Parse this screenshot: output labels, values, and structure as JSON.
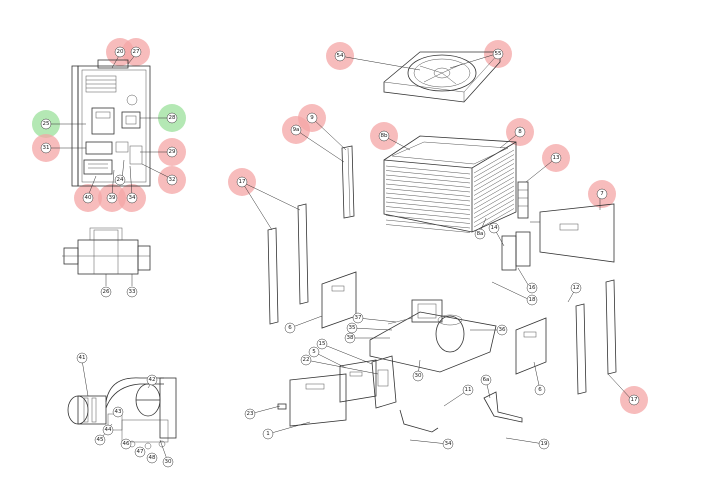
{
  "highlight_colors": {
    "red": "#f4a6a6",
    "green": "#9be09b"
  },
  "callouts": [
    {
      "id": "c20",
      "text": "20",
      "hl": "red"
    },
    {
      "id": "c27",
      "text": "27",
      "hl": "red"
    },
    {
      "id": "c25",
      "text": "25",
      "hl": "green"
    },
    {
      "id": "c28",
      "text": "28",
      "hl": "green"
    },
    {
      "id": "c31",
      "text": "31",
      "hl": "red"
    },
    {
      "id": "c29",
      "text": "29",
      "hl": "red"
    },
    {
      "id": "c24",
      "text": "24",
      "hl": null
    },
    {
      "id": "c32",
      "text": "32",
      "hl": "red"
    },
    {
      "id": "c40",
      "text": "40",
      "hl": "red"
    },
    {
      "id": "c39",
      "text": "39",
      "hl": "red"
    },
    {
      "id": "c34a",
      "text": "34",
      "hl": "red"
    },
    {
      "id": "c26",
      "text": "26",
      "hl": null
    },
    {
      "id": "c33",
      "text": "33",
      "hl": null
    },
    {
      "id": "c41",
      "text": "41",
      "hl": null
    },
    {
      "id": "c42",
      "text": "42",
      "hl": null
    },
    {
      "id": "c43",
      "text": "43",
      "hl": null
    },
    {
      "id": "c44",
      "text": "44",
      "hl": null
    },
    {
      "id": "c45",
      "text": "45",
      "hl": null
    },
    {
      "id": "c46",
      "text": "46",
      "hl": null
    },
    {
      "id": "c47",
      "text": "47",
      "hl": null
    },
    {
      "id": "c48",
      "text": "48",
      "hl": null
    },
    {
      "id": "c30b",
      "text": "30",
      "hl": null
    },
    {
      "id": "c54",
      "text": "54",
      "hl": "red"
    },
    {
      "id": "c55",
      "text": "55",
      "hl": "red"
    },
    {
      "id": "c9",
      "text": "9",
      "hl": "red"
    },
    {
      "id": "c9a",
      "text": "9a",
      "hl": "red"
    },
    {
      "id": "c8b",
      "text": "8b",
      "hl": "red"
    },
    {
      "id": "c8",
      "text": "8",
      "hl": "red"
    },
    {
      "id": "c13",
      "text": "13",
      "hl": "red"
    },
    {
      "id": "c7",
      "text": "7",
      "hl": "red"
    },
    {
      "id": "c17a",
      "text": "17",
      "hl": "red"
    },
    {
      "id": "c8a",
      "text": "8a",
      "hl": null
    },
    {
      "id": "c14",
      "text": "14",
      "hl": null
    },
    {
      "id": "c16",
      "text": "16",
      "hl": null
    },
    {
      "id": "c18",
      "text": "18",
      "hl": null
    },
    {
      "id": "c12",
      "text": "12",
      "hl": null
    },
    {
      "id": "c6a",
      "text": "6",
      "hl": null
    },
    {
      "id": "c37",
      "text": "37",
      "hl": null
    },
    {
      "id": "c35",
      "text": "35",
      "hl": null
    },
    {
      "id": "c36",
      "text": "36",
      "hl": null
    },
    {
      "id": "c38",
      "text": "38",
      "hl": null
    },
    {
      "id": "c15",
      "text": "15",
      "hl": null
    },
    {
      "id": "c5",
      "text": "5",
      "hl": null
    },
    {
      "id": "c22",
      "text": "22",
      "hl": null
    },
    {
      "id": "c30",
      "text": "30",
      "hl": null
    },
    {
      "id": "c6b",
      "text": "6a",
      "hl": null
    },
    {
      "id": "c6c",
      "text": "6",
      "hl": null
    },
    {
      "id": "c11",
      "text": "11",
      "hl": null
    },
    {
      "id": "c23",
      "text": "23",
      "hl": null
    },
    {
      "id": "c1",
      "text": "1",
      "hl": null
    },
    {
      "id": "c34",
      "text": "34",
      "hl": null
    },
    {
      "id": "c19",
      "text": "19",
      "hl": null
    },
    {
      "id": "c17b",
      "text": "17",
      "hl": "red"
    }
  ]
}
